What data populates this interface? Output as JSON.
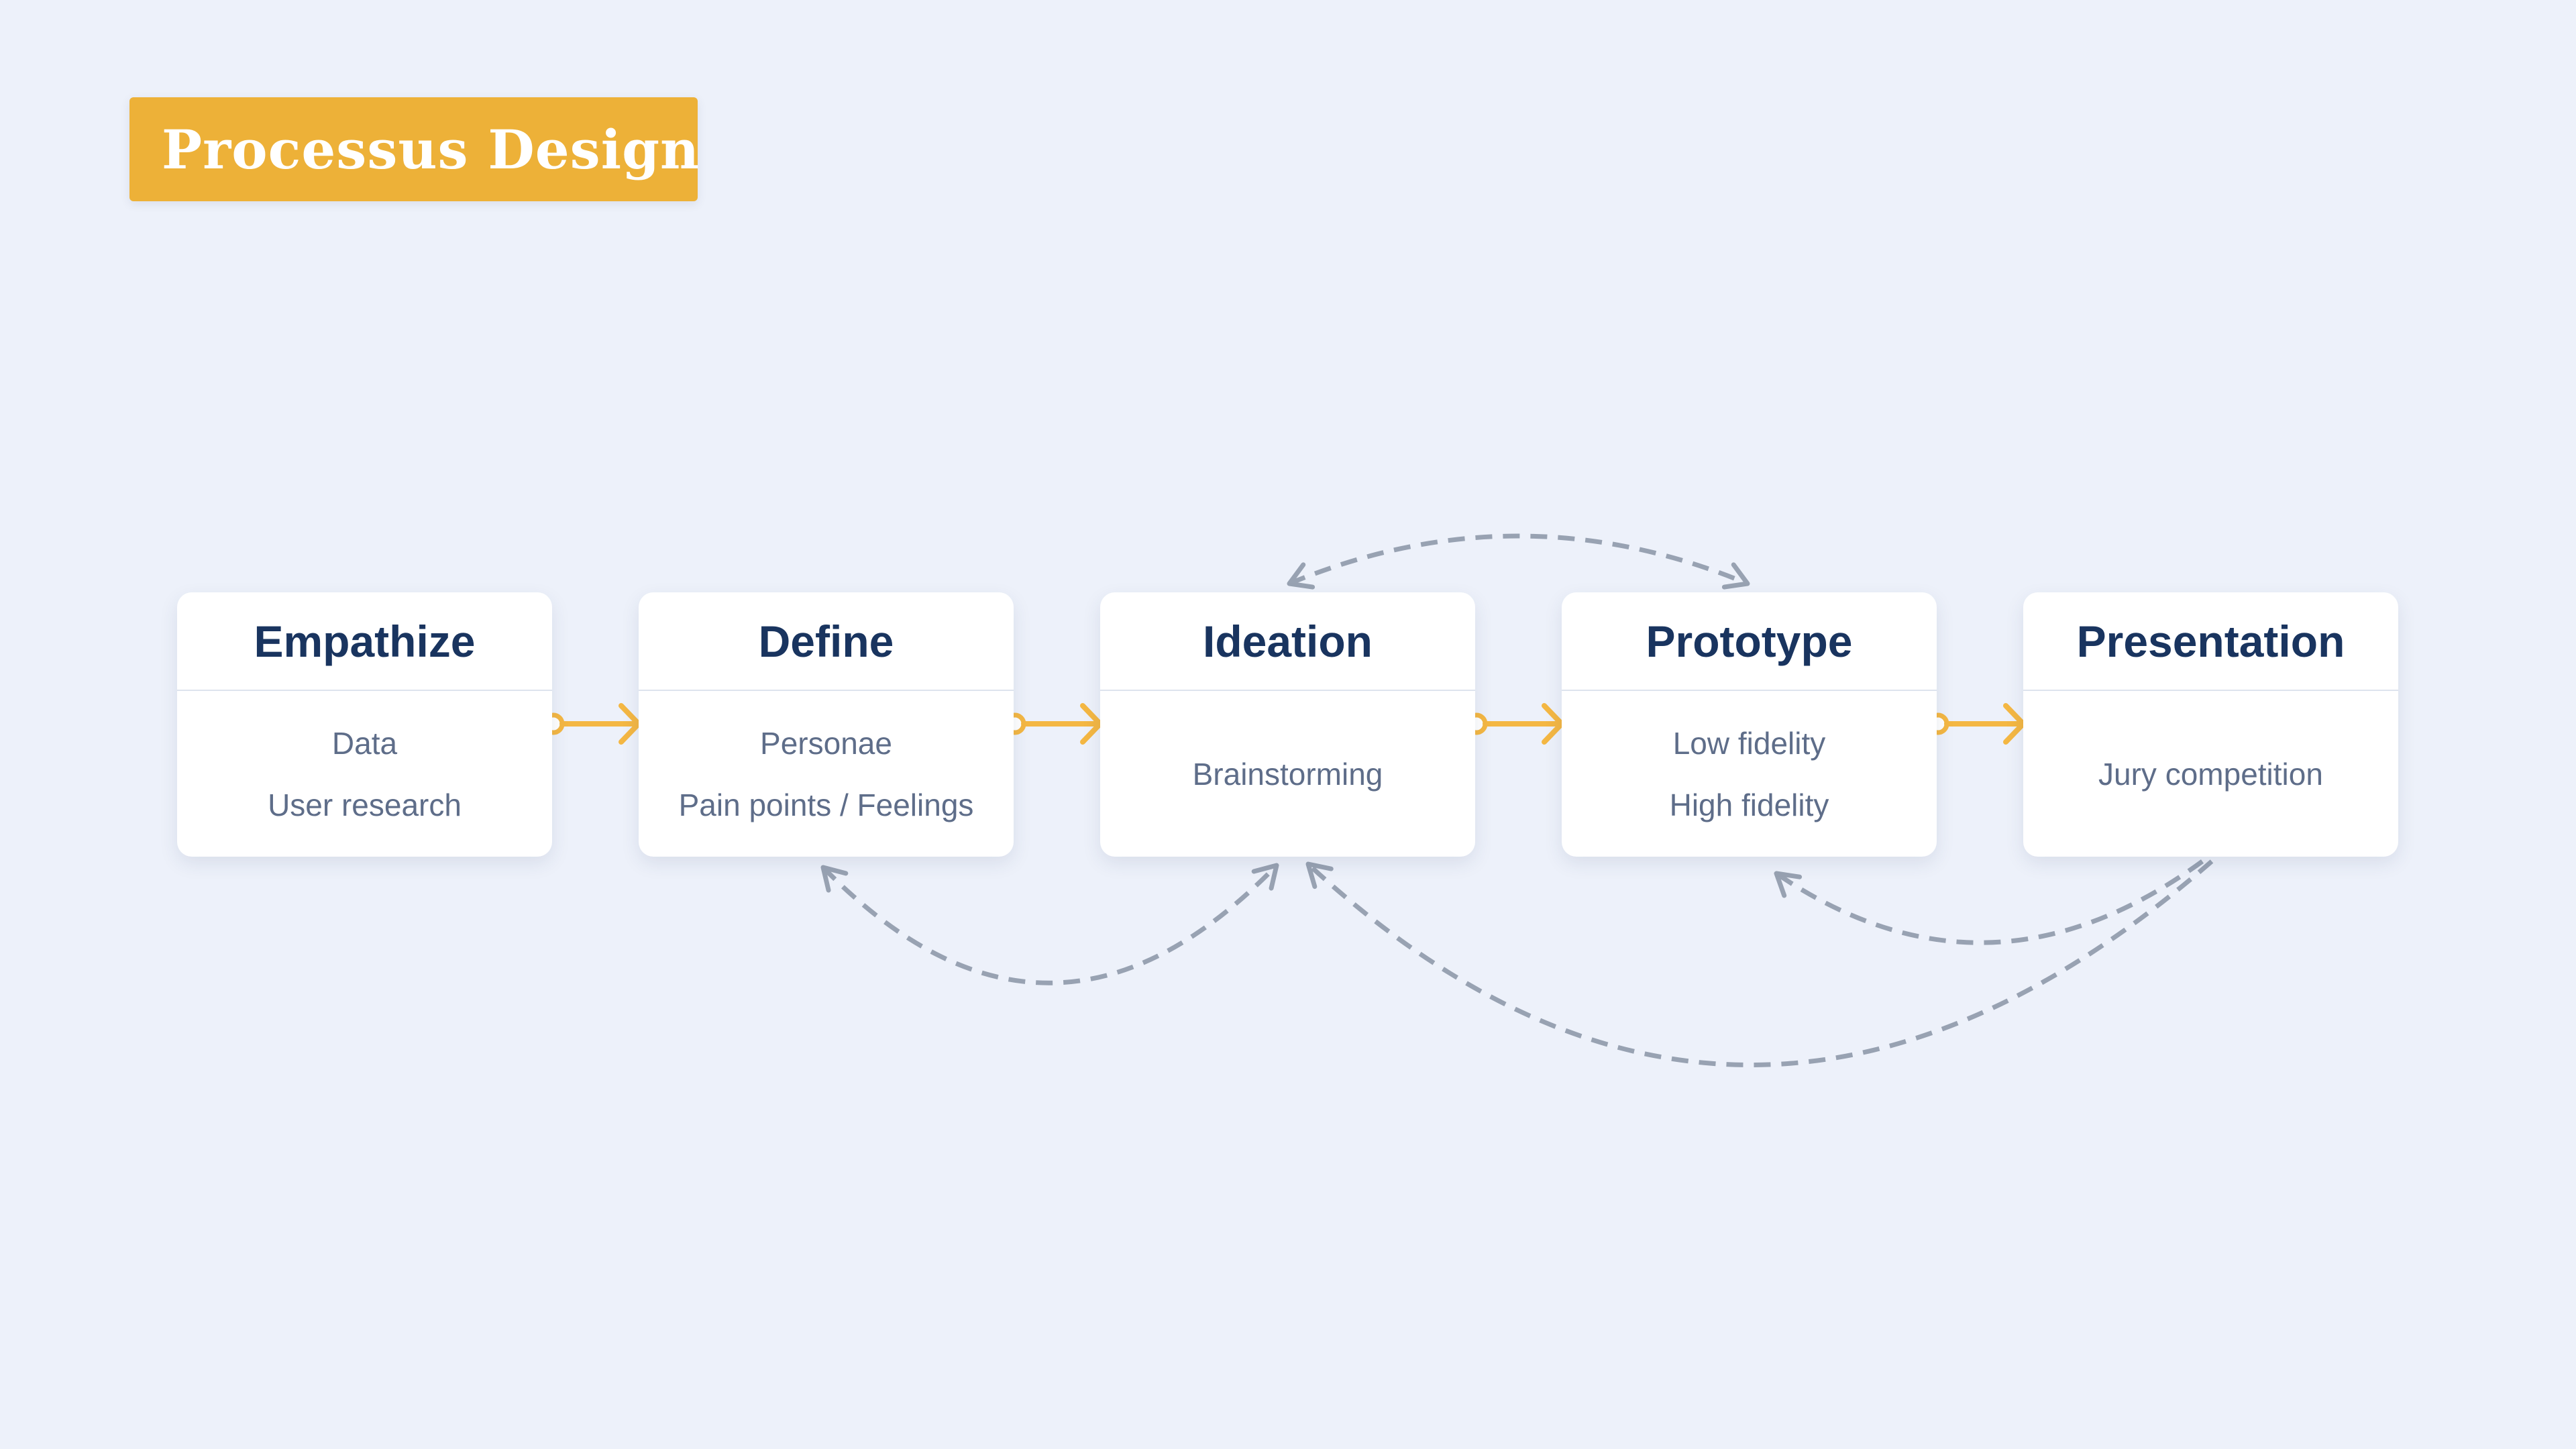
{
  "title": {
    "label": "Processus Design"
  },
  "stages": [
    {
      "name": "Empathize",
      "items": [
        "Data",
        "User research"
      ]
    },
    {
      "name": "Define",
      "items": [
        "Personae",
        "Pain points / Feelings"
      ]
    },
    {
      "name": "Ideation",
      "items": [
        "Brainstorming"
      ]
    },
    {
      "name": "Prototype",
      "items": [
        "Low fidelity",
        "High fidelity"
      ]
    },
    {
      "name": "Presentation",
      "items": [
        "Jury competition"
      ]
    }
  ],
  "connections": {
    "flow": [
      {
        "from": "Empathize",
        "to": "Define",
        "style": "solid-arrow"
      },
      {
        "from": "Define",
        "to": "Ideation",
        "style": "solid-arrow"
      },
      {
        "from": "Ideation",
        "to": "Prototype",
        "style": "solid-arrow"
      },
      {
        "from": "Prototype",
        "to": "Presentation",
        "style": "solid-arrow"
      }
    ],
    "feedback": [
      {
        "between": [
          "Ideation",
          "Prototype"
        ],
        "style": "dashed-arc-top",
        "bidirectional": true
      },
      {
        "between": [
          "Define",
          "Ideation"
        ],
        "style": "dashed-arc-bottom",
        "bidirectional": true
      },
      {
        "from": "Presentation",
        "to": "Prototype",
        "style": "dashed-arc-bottom",
        "bidirectional": false
      },
      {
        "from": "Presentation",
        "to": "Ideation",
        "style": "dashed-arc-bottom",
        "bidirectional": false
      }
    ]
  },
  "colors": {
    "background": "#EDF1FA",
    "banner": "#EDB138",
    "banner_text": "#FFFFFF",
    "card": "#FFFFFF",
    "card_divider": "#DDE3EE",
    "heading_text": "#19345F",
    "body_text": "#5E6D89",
    "flow_arrow": "#F4B743",
    "feedback_arc": "#98A2B2"
  }
}
